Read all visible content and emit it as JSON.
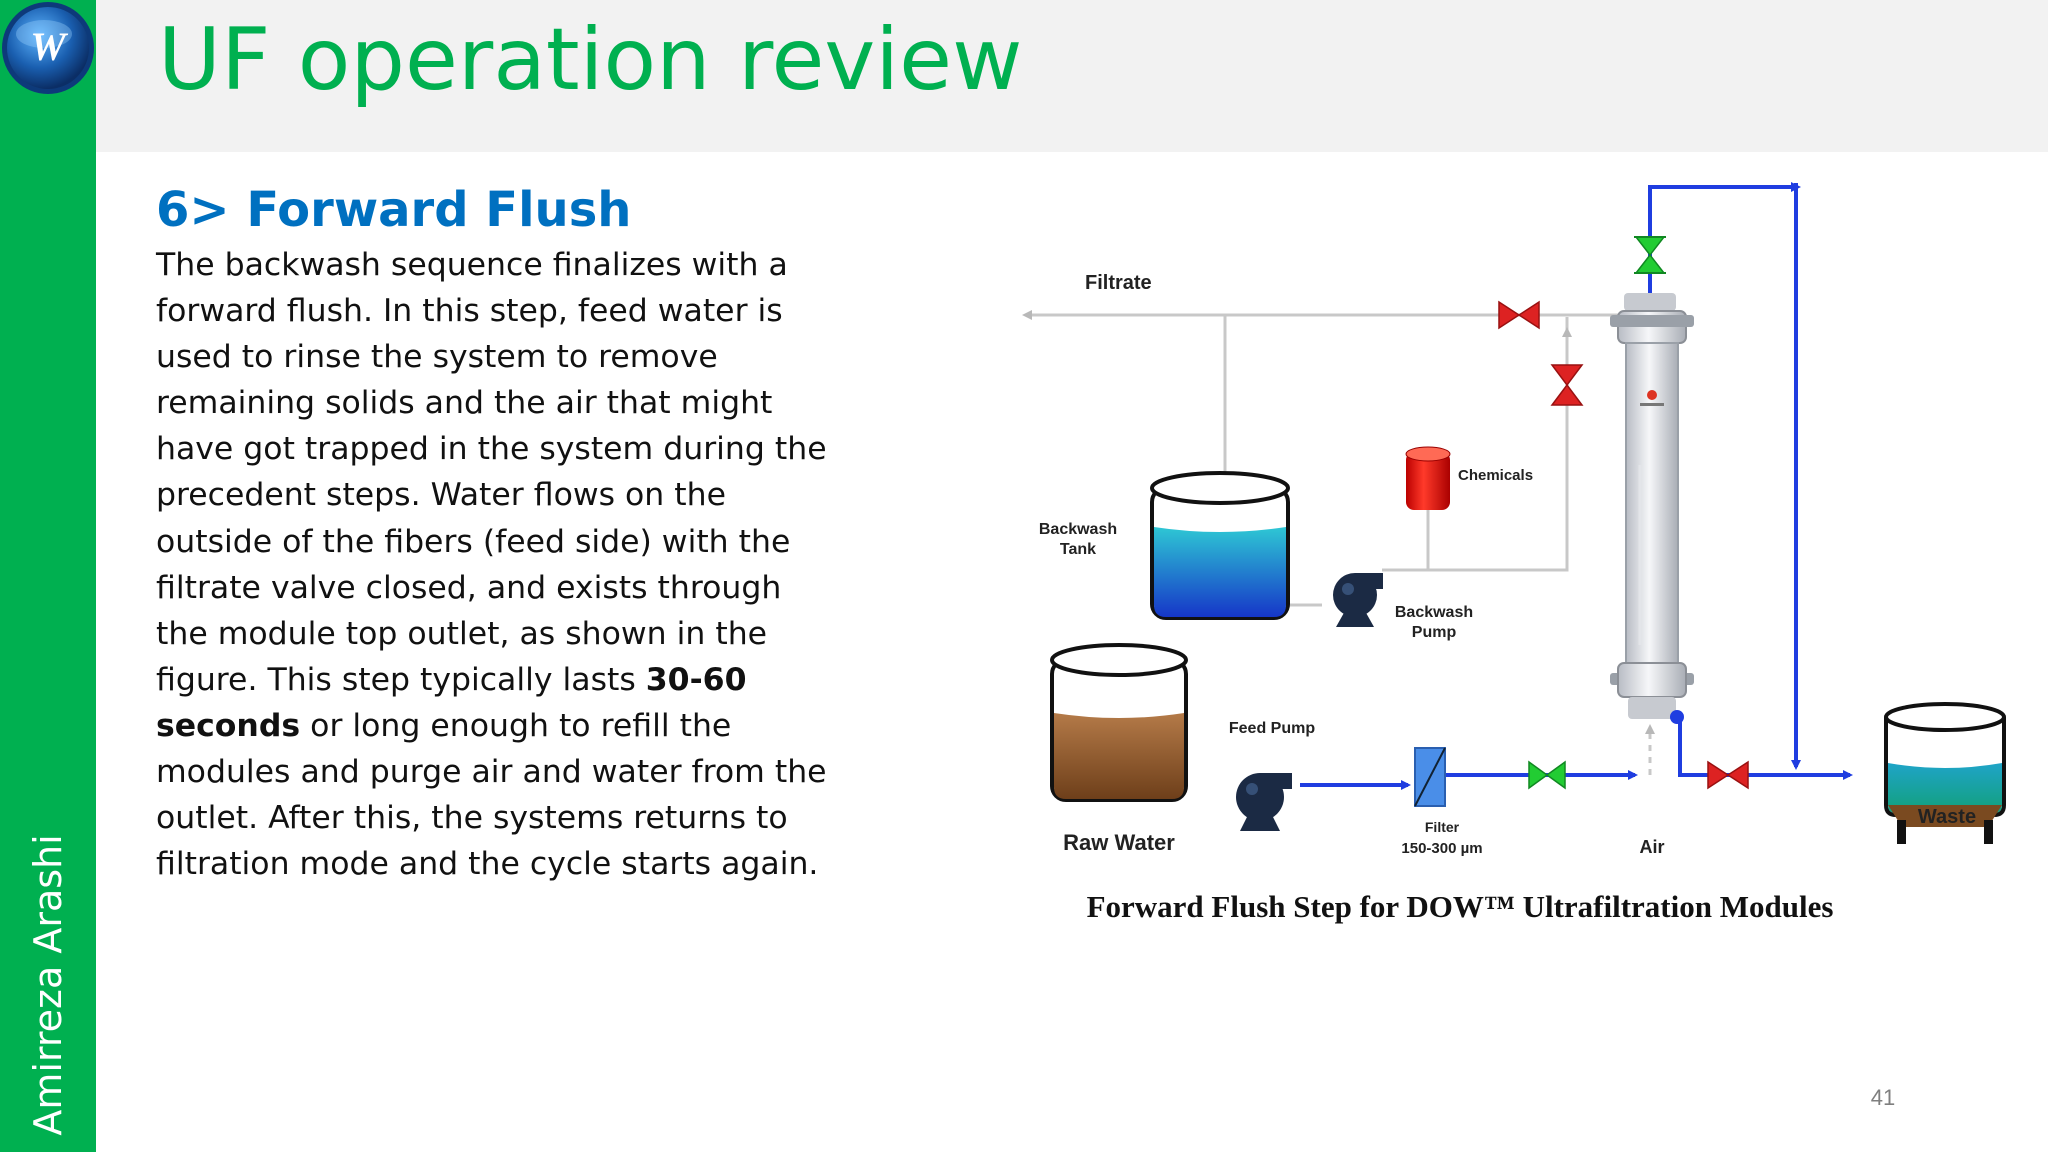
{
  "slide": {
    "title": "UF operation review",
    "author": "Amirreza Arashi",
    "page_number": "41",
    "logo_letter": "W"
  },
  "section": {
    "heading": "6> Forward Flush",
    "paragraph_part1": "The backwash sequence finalizes with a forward flush. In this step, feed water is used to rinse the system to remove remaining solids and the air that might have got trapped in the system during the precedent steps. Water flows on the outside of the fibers (feed side) with the filtrate valve closed, and exists through the module top outlet, as shown in the figure. This step typically lasts ",
    "paragraph_bold": "30-60 seconds",
    "paragraph_part2": " or long enough to refill the modules and purge air and water from the outlet. After this, the systems returns to filtration mode and the cycle starts again."
  },
  "diagram": {
    "labels": {
      "filtrate": "Filtrate",
      "chemicals": "Chemicals",
      "backwash_tank_line1": "Backwash",
      "backwash_tank_line2": "Tank",
      "backwash_pump_line1": "Backwash",
      "backwash_pump_line2": "Pump",
      "feed_pump": "Feed Pump",
      "raw_water": "Raw Water",
      "filter_line1": "Filter",
      "filter_line2": "150-300 µm",
      "air": "Air",
      "waste": "Waste"
    },
    "caption": "Forward Flush Step for DOW™ Ultrafiltration Modules",
    "colors": {
      "active_flow": "#1f3de0",
      "inactive_line": "#c8c8c8",
      "valve_open": "#22cc33",
      "valve_closed": "#dd2222"
    }
  },
  "colors": {
    "sidebar": "#00b050",
    "title": "#00b050",
    "heading": "#0070c0",
    "header_bg": "#f2f2f2"
  }
}
